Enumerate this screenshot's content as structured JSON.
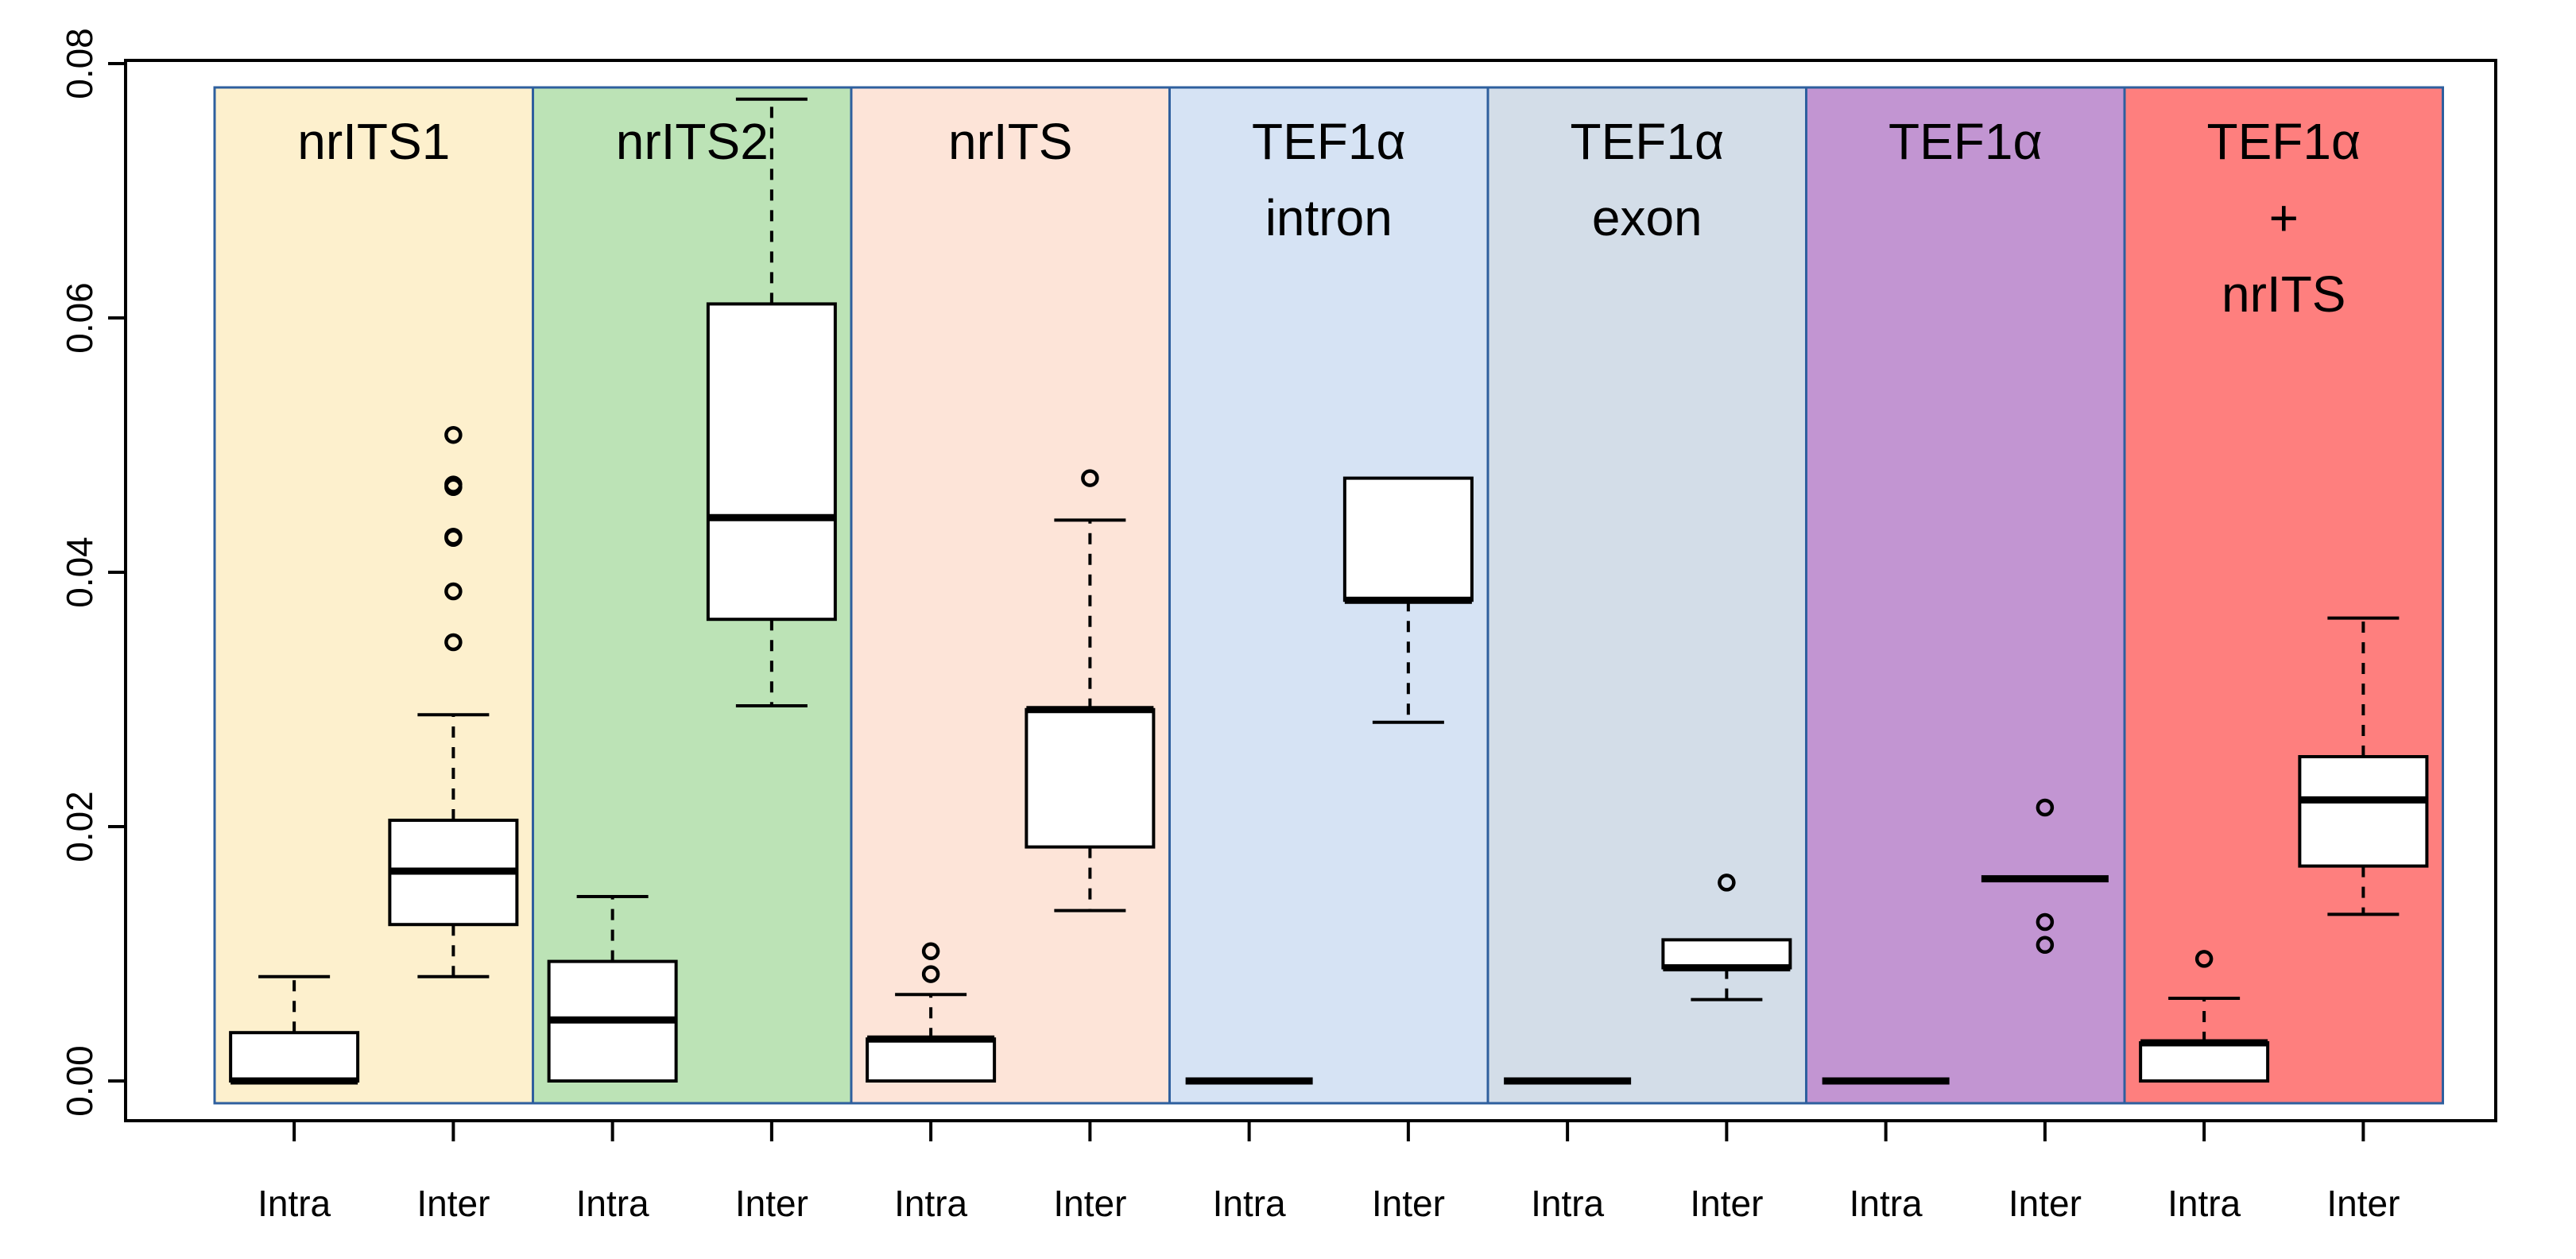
{
  "chart_data": {
    "type": "box",
    "title": "",
    "xlabel": "",
    "ylabel": "",
    "ylim": [
      0,
      0.08
    ],
    "yticks": [
      "0.00",
      "0.02",
      "0.04",
      "0.06",
      "0.08"
    ],
    "box_line_color": "#000000",
    "panel_border_color": "#2e5f9e",
    "groups": [
      {
        "title_lines": [
          "nrITS1"
        ],
        "color": "#fdf0cd",
        "boxes": [
          {
            "label": "Intra",
            "whisker_low": 0.0,
            "q1": 0.0,
            "median": 0.0,
            "q3": 0.0038,
            "whisker_high": 0.0082,
            "outliers": []
          },
          {
            "label": "Inter",
            "whisker_low": 0.0082,
            "q1": 0.0123,
            "median": 0.0165,
            "q3": 0.0205,
            "whisker_high": 0.0288,
            "outliers": [
              0.0345,
              0.0385,
              0.0427,
              0.0428,
              0.0467,
              0.0469,
              0.0508
            ]
          }
        ]
      },
      {
        "title_lines": [
          "nrITS2"
        ],
        "color": "#bce3b6",
        "boxes": [
          {
            "label": "Intra",
            "whisker_low": 0.0,
            "q1": 0.0,
            "median": 0.0048,
            "q3": 0.0094,
            "whisker_high": 0.0145,
            "outliers": []
          },
          {
            "label": "Inter",
            "whisker_low": 0.0295,
            "q1": 0.0363,
            "median": 0.0443,
            "q3": 0.0611,
            "whisker_high": 0.0772,
            "outliers": []
          }
        ]
      },
      {
        "title_lines": [
          "nrITS"
        ],
        "color": "#fde4d8",
        "boxes": [
          {
            "label": "Intra",
            "whisker_low": 0.0,
            "q1": 0.0,
            "median": 0.0033,
            "q3": 0.0033,
            "whisker_high": 0.0068,
            "outliers": [
              0.0084,
              0.0102
            ]
          },
          {
            "label": "Inter",
            "whisker_low": 0.0134,
            "q1": 0.0184,
            "median": 0.0292,
            "q3": 0.0292,
            "whisker_high": 0.0441,
            "outliers": [
              0.0474
            ]
          }
        ]
      },
      {
        "title_lines": [
          "TEF1α",
          "intron"
        ],
        "color": "#d6e3f4",
        "boxes": [
          {
            "label": "Intra",
            "whisker_low": 0.0,
            "q1": 0.0,
            "median": 0.0,
            "q3": 0.0,
            "whisker_high": 0.0,
            "outliers": []
          },
          {
            "label": "Inter",
            "whisker_low": 0.0282,
            "q1": 0.0378,
            "median": 0.0378,
            "q3": 0.0474,
            "whisker_high": 0.0474,
            "outliers": []
          }
        ]
      },
      {
        "title_lines": [
          "TEF1α",
          "exon"
        ],
        "color": "#d3dde8",
        "boxes": [
          {
            "label": "Intra",
            "whisker_low": 0.0,
            "q1": 0.0,
            "median": 0.0,
            "q3": 0.0,
            "whisker_high": 0.0,
            "outliers": []
          },
          {
            "label": "Inter",
            "whisker_low": 0.0064,
            "q1": 0.0089,
            "median": 0.0089,
            "q3": 0.0111,
            "whisker_high": 0.0111,
            "outliers": [
              0.0156
            ]
          }
        ]
      },
      {
        "title_lines": [
          "TEF1α"
        ],
        "color": "#c295d2",
        "boxes": [
          {
            "label": "Intra",
            "whisker_low": 0.0,
            "q1": 0.0,
            "median": 0.0,
            "q3": 0.0,
            "whisker_high": 0.0,
            "outliers": []
          },
          {
            "label": "Inter",
            "whisker_low": 0.0159,
            "q1": 0.0159,
            "median": 0.0159,
            "q3": 0.0159,
            "whisker_high": 0.0159,
            "outliers": [
              0.0107,
              0.0125,
              0.0215
            ]
          }
        ]
      },
      {
        "title_lines": [
          "TEF1α",
          "+",
          "nrITS"
        ],
        "color": "#fe7f7e",
        "boxes": [
          {
            "label": "Intra",
            "whisker_low": 0.0,
            "q1": 0.0,
            "median": 0.003,
            "q3": 0.003,
            "whisker_high": 0.0065,
            "outliers": [
              0.0096
            ]
          },
          {
            "label": "Inter",
            "whisker_low": 0.0131,
            "q1": 0.0169,
            "median": 0.0221,
            "q3": 0.0255,
            "whisker_high": 0.0364,
            "outliers": []
          }
        ]
      }
    ]
  }
}
